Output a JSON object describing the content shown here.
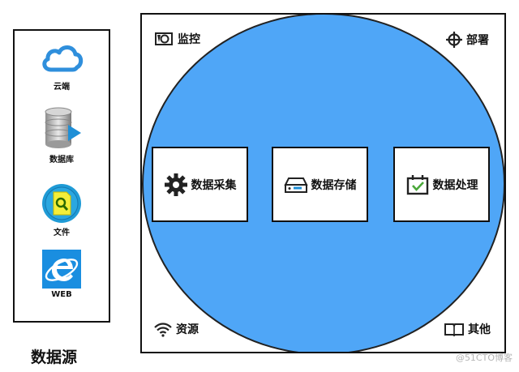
{
  "data_sources": {
    "title": "数据源",
    "items": [
      {
        "label": "云端",
        "icon": "cloud-icon"
      },
      {
        "label": "数据库",
        "icon": "database-icon"
      },
      {
        "label": "文件",
        "icon": "file-search-icon"
      },
      {
        "label": "WEB",
        "icon": "ie-browser-icon"
      }
    ]
  },
  "corners": {
    "monitor": "监控",
    "deploy": "部署",
    "resources": "资源",
    "other": "其他"
  },
  "processes": [
    {
      "label": "数据采集",
      "icon": "gear-icon"
    },
    {
      "label": "数据存储",
      "icon": "storage-icon"
    },
    {
      "label": "数据处理",
      "icon": "processing-icon"
    }
  ],
  "colors": {
    "circle_fill": "#4fa6f7",
    "cloud": "#2f8fdc",
    "file": "#1f9bd6"
  },
  "watermark": "@51CTO博客"
}
